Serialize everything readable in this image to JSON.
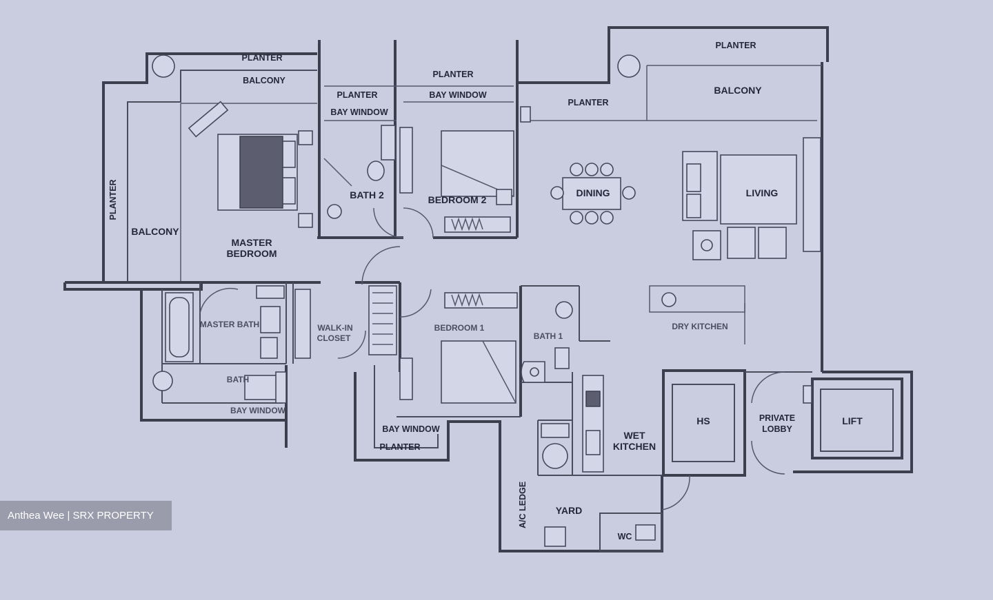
{
  "rooms": {
    "planter_top_left": "PLANTER",
    "balcony_top_left": "BALCONY",
    "planter_left_vertical": "PLANTER",
    "balcony_left": "BALCONY",
    "master_bedroom_line1": "MASTER",
    "master_bedroom_line2": "BEDROOM",
    "planter_bay_1": "PLANTER",
    "bay_window_1": "BAY WINDOW",
    "bath_2": "BATH 2",
    "planter_bay_2": "PLANTER",
    "bay_window_2": "BAY WINDOW",
    "bedroom_2": "BEDROOM 2",
    "planter_middle": "PLANTER",
    "dining": "DINING",
    "planter_top_right": "PLANTER",
    "balcony_top_right": "BALCONY",
    "living": "LIVING",
    "master_bath": "MASTER BATH",
    "bath_label": "BATH",
    "bay_window_bath": "BAY WINDOW",
    "walk_in_closet_line1": "WALK-IN",
    "walk_in_closet_line2": "CLOSET",
    "bedroom_1": "BEDROOM 1",
    "bath_1": "BATH 1",
    "bay_window_bedroom_1": "BAY WINDOW",
    "planter_bottom": "PLANTER",
    "dry_kitchen": "DRY KITCHEN",
    "wet_kitchen_line1": "WET",
    "wet_kitchen_line2": "KITCHEN",
    "hs": "HS",
    "private_lobby_line1": "PRIVATE",
    "private_lobby_line2": "LOBBY",
    "lift": "LIFT",
    "ac_ledge": "A/C LEDGE",
    "yard": "YARD",
    "wc": "WC"
  },
  "watermark": "Anthea Wee | SRX PROPERTY"
}
